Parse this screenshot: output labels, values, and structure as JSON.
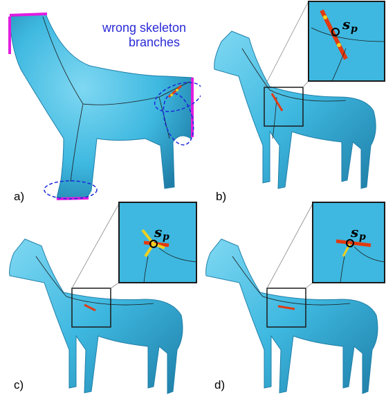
{
  "figure": {
    "caption_wrong": "wrong skeleton branches",
    "caption_line1": "wrong skeleton",
    "caption_line2": "branches",
    "panel_labels": [
      "a)",
      "b)",
      "c)",
      "d)"
    ],
    "point_label_main": "s",
    "point_label_sub": "p"
  },
  "colors": {
    "mesh": "#3eb8e0",
    "mesh_dark": "#1f7fa8",
    "boundary": "#e01ee0",
    "ellipse": "#1c28d8",
    "skeleton": "#e23a10",
    "skeleton_node": "#f0d020",
    "seam": "#1a1a1a"
  }
}
